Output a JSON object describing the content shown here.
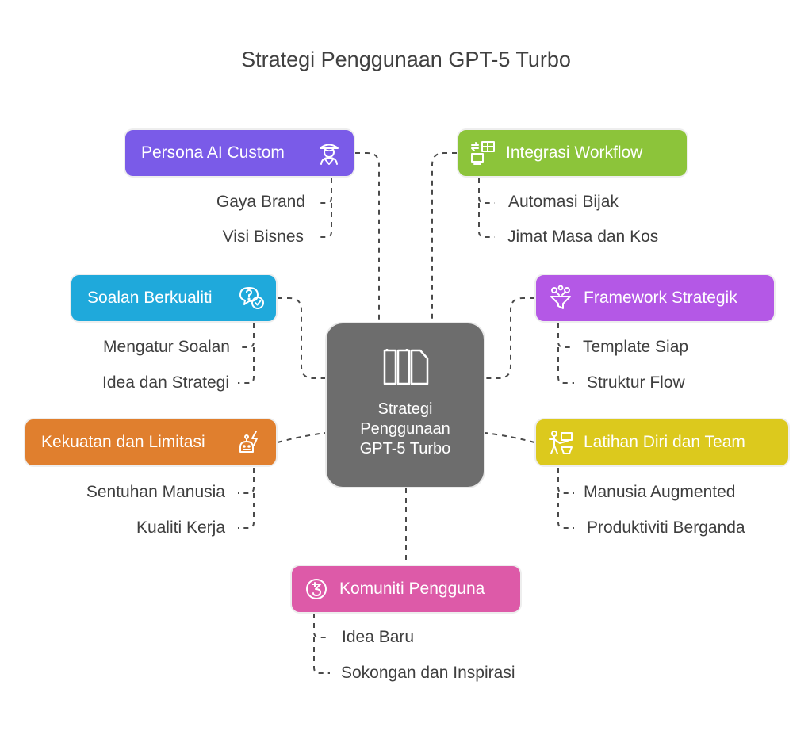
{
  "title": "Strategi Penggunaan GPT-5 Turbo",
  "center": {
    "line1": "Strategi",
    "line2": "Penggunaan",
    "line3": "GPT-5 Turbo",
    "icon": "columns-icon",
    "color": "#6d6d6d"
  },
  "nodes": {
    "persona": {
      "label": "Persona AI Custom",
      "color": "#7a5be8",
      "icon": "persona-icon",
      "items": [
        "Gaya Brand",
        "Visi Bisnes"
      ]
    },
    "integrasi": {
      "label": "Integrasi Workflow",
      "color": "#8cc43a",
      "icon": "workflow-icon",
      "items": [
        "Automasi Bijak",
        "Jimat Masa dan Kos"
      ]
    },
    "soalan": {
      "label": "Soalan Berkualiti",
      "color": "#1fa9db",
      "icon": "question-chat-icon",
      "items": [
        "Mengatur Soalan",
        "Idea dan Strategi"
      ]
    },
    "framework": {
      "label": "Framework Strategik",
      "color": "#b458e6",
      "icon": "funnel-icon",
      "items": [
        "Template Siap",
        "Struktur Flow"
      ]
    },
    "kekuatan": {
      "label": "Kekuatan dan Limitasi",
      "color": "#e07f2e",
      "icon": "robot-bolt-icon",
      "items": [
        "Sentuhan Manusia",
        "Kualiti Kerja"
      ]
    },
    "latihan": {
      "label": "Latihan Diri dan Team",
      "color": "#dcc91d",
      "icon": "teacher-icon",
      "items": [
        "Manusia Augmented",
        "Produktiviti Berganda"
      ]
    },
    "komuniti": {
      "label": "Komuniti Pengguna",
      "color": "#dd5aa8",
      "icon": "tezos-coin-icon",
      "items": [
        "Idea Baru",
        "Sokongan dan Inspirasi"
      ]
    }
  }
}
